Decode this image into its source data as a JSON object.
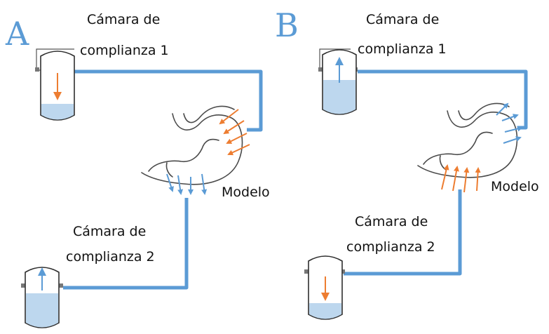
{
  "panel_a": {
    "letter": "A",
    "chamber1_line1": "Cámara de",
    "chamber1_line2": "complianza 1",
    "chamber2_line1": "Cámara de",
    "chamber2_line2": "complianza 2",
    "model": "Modelo"
  },
  "panel_b": {
    "letter": "B",
    "chamber1_line1": "Cámara de",
    "chamber1_line2": "complianza 1",
    "chamber2_line1": "Cámara de",
    "chamber2_line2": "complianza 2",
    "model": "Modelo"
  },
  "colors": {
    "pipe": "#5b9bd5",
    "water": "#bdd7ee",
    "orange_arrow": "#ed7d31",
    "blue_arrow": "#5b9bd5",
    "letter": "#5b9bd5"
  }
}
